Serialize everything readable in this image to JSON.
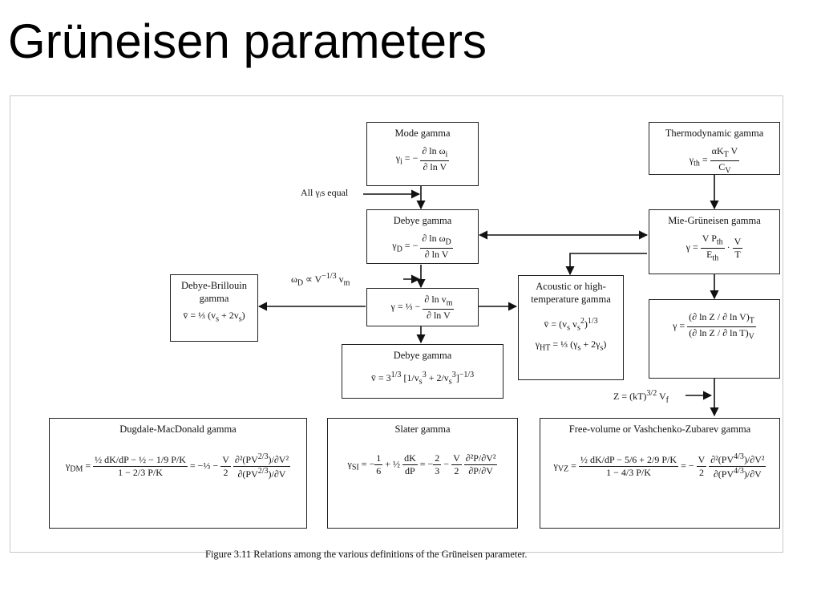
{
  "title": "Grüneisen parameters",
  "caption": "Figure 3.11  Relations among the various definitions of the Grüneisen parameter.",
  "notes": {
    "all_equal": "All γᵢs equal",
    "omega_relation": "ω_D ∝ V^−1/3 v_m",
    "z_relation": "Z = (kT)^3/2 V_f"
  },
  "boxes": {
    "mode": {
      "title": "Mode gamma",
      "equation": "γᵢ = − ∂ ln ωᵢ / ∂ ln V"
    },
    "thermo": {
      "title": "Thermodynamic gamma",
      "equation": "γ_th = αK_T V / C_V"
    },
    "debye1": {
      "title": "Debye gamma",
      "equation": "γ_D = − ∂ ln ω_D / ∂ ln V"
    },
    "mie": {
      "title": "Mie-Grüneisen gamma",
      "equation": "γ = V P_th / E_th · V / T"
    },
    "brillouin": {
      "title": "Debye-Brillouin gamma",
      "equation": "v̄ = ⅓ (v_s + 2v_s)"
    },
    "center": {
      "equation": "γ = ⅓ − ∂ ln v_m / ∂ ln V"
    },
    "acoustic": {
      "title": "Acoustic or high-temperature gamma",
      "equation1": "v̄ = (v_s v_s²)^1/3",
      "equation2": "γ_HT = ⅓ (γ_s + 2γ_s)"
    },
    "partial": {
      "equation": "γ = (∂ ln Z / ∂ ln V)_T / (∂ ln Z / ∂ ln T)_V"
    },
    "debye2": {
      "title": "Debye gamma",
      "equation": "v̄ = 3^1/3 [1/v_s³ + 2/v_s³]^−1/3"
    },
    "dugdale": {
      "title": "Dugdale-MacDonald gamma",
      "equation": "γ_DM = (½ dK/dP − ½ − 1/9 P/K) / (1 − 2/3 P/K) = −⅓ − V/2 · (∂²(PV^2/3)/∂V²) / (∂(PV^2/3)/∂V)"
    },
    "slater": {
      "title": "Slater gamma",
      "equation": "γ_SI = −1/6 + ½ dK/dP = −2/3 − V/2 · (∂²P/∂V²)/(∂P/∂V)"
    },
    "freevol": {
      "title": "Free-volume or Vashchenko-Zubarev gamma",
      "equation": "γ_VZ = (½ dK/dP − 5/6 + 2/9 P/K) / (1 − 4/3 P/K) = −V/2 · (∂²(PV^4/3)/∂V²) / (∂(PV^4/3)/∂V)"
    }
  }
}
